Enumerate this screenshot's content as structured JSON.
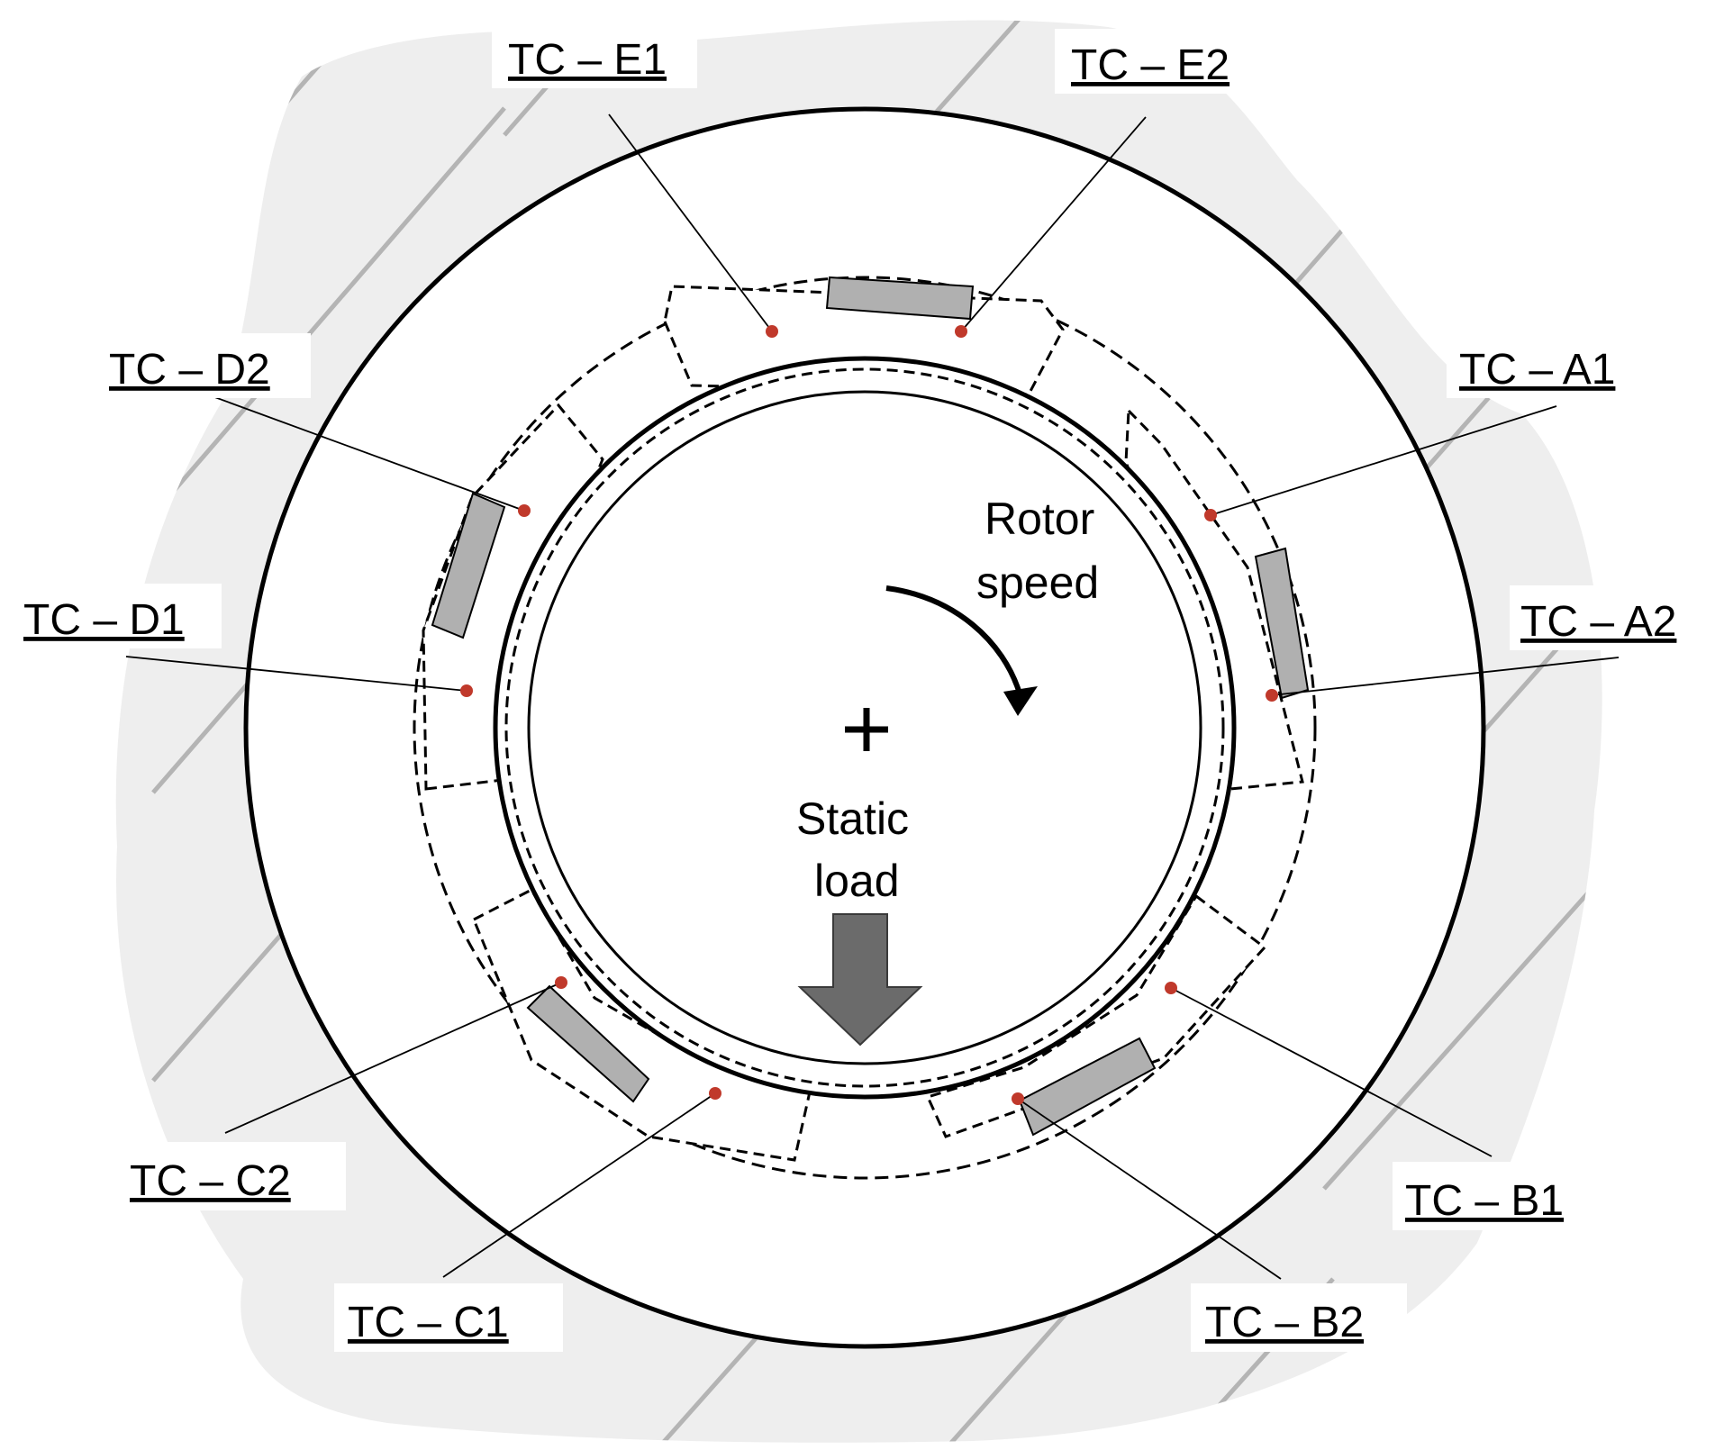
{
  "diagram": {
    "rotor_label_line1": "Rotor",
    "rotor_label_line2": "speed",
    "load_label_line1": "Static",
    "load_label_line2": "load",
    "colors": {
      "housing": "#eeeeee",
      "hatch": "#b4b4b4",
      "pad": "#b0b0b0",
      "thermocouple": "#c0392b",
      "load_arrow": "#6b6b6b",
      "line": "#000000"
    },
    "labels": [
      {
        "id": "E1",
        "text": "TC – E1"
      },
      {
        "id": "E2",
        "text": "TC – E2"
      },
      {
        "id": "D2",
        "text": "TC – D2"
      },
      {
        "id": "A1",
        "text": "TC – A1"
      },
      {
        "id": "D1",
        "text": "TC – D1"
      },
      {
        "id": "A2",
        "text": "TC – A2"
      },
      {
        "id": "C2",
        "text": "TC – C2"
      },
      {
        "id": "B1",
        "text": "TC – B1"
      },
      {
        "id": "C1",
        "text": "TC – C1"
      },
      {
        "id": "B2",
        "text": "TC – B2"
      }
    ]
  }
}
